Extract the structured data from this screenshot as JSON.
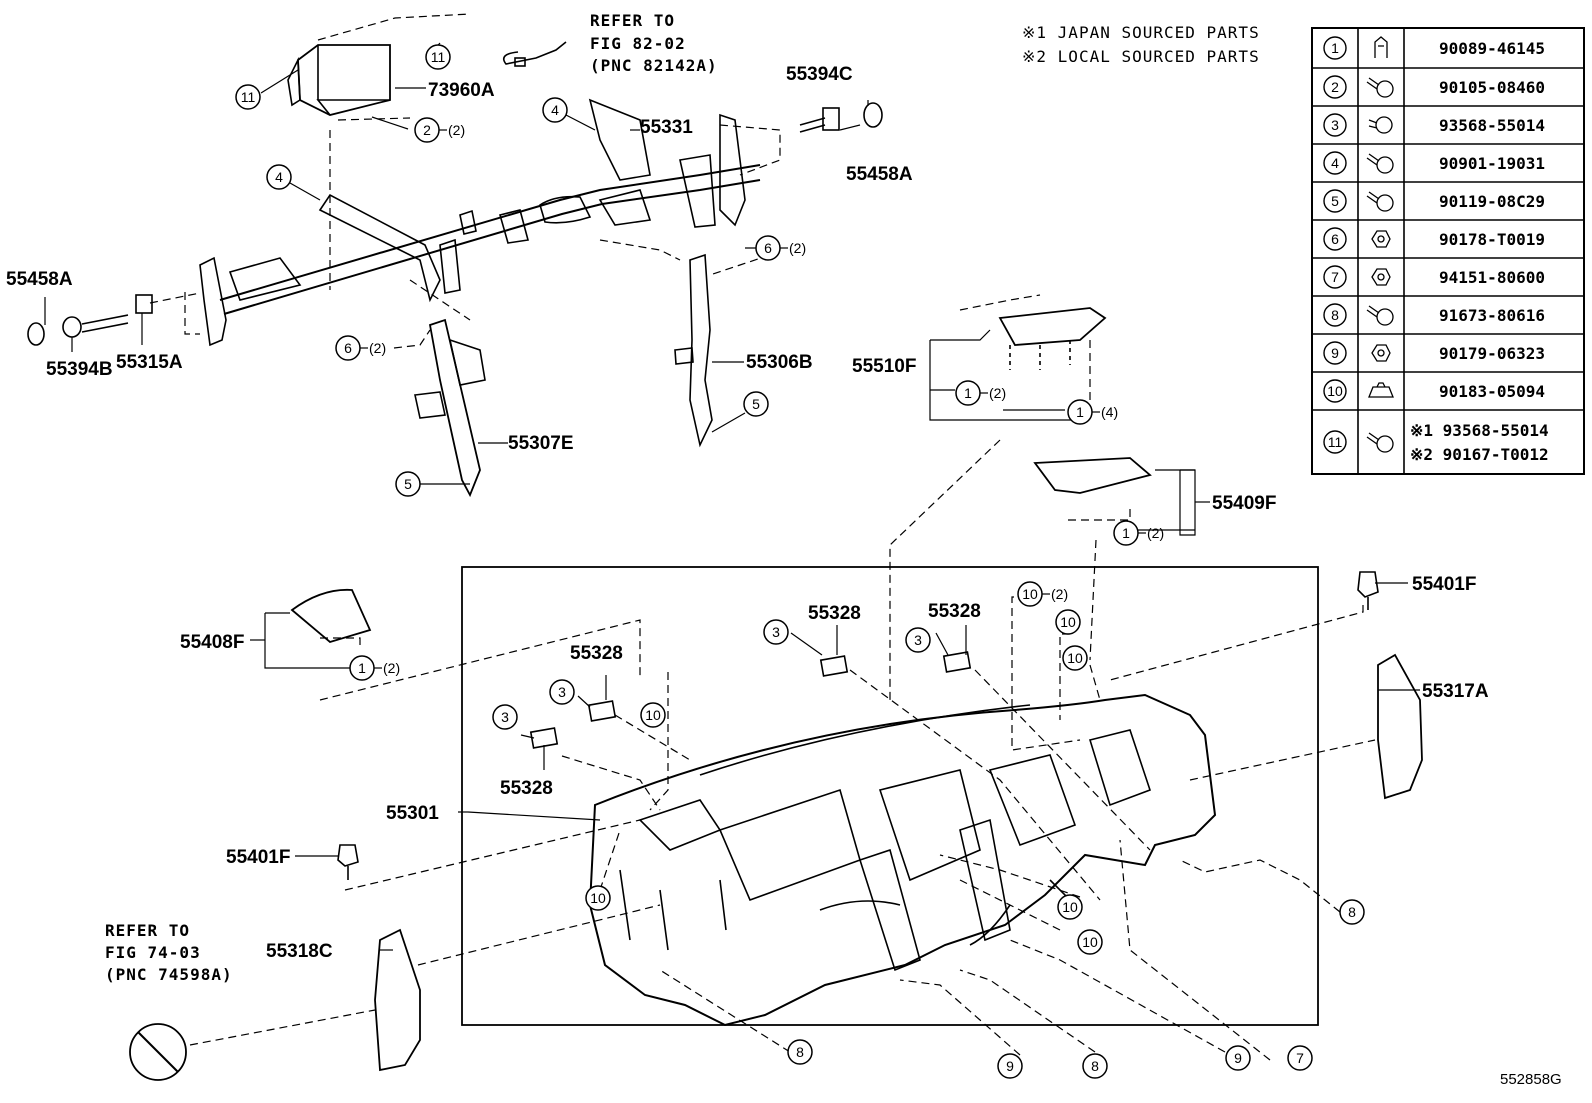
{
  "notes": {
    "japan": "※1 JAPAN SOURCED PARTS",
    "local": "※2 LOCAL SOURCED PARTS"
  },
  "refs": {
    "ref_top": [
      "REFER TO",
      "FIG 82-02",
      "(PNC 82142A)"
    ],
    "ref_bottom": [
      "REFER TO",
      "FIG 74-03",
      "(PNC 74598A)"
    ]
  },
  "diagram_id": "552858G",
  "fastener_table": [
    {
      "num": "1",
      "code": "90089-46145",
      "icon": "clip-icon"
    },
    {
      "num": "2",
      "code": "90105-08460",
      "icon": "bolt-icon"
    },
    {
      "num": "3",
      "code": "93568-55014",
      "icon": "screw-icon"
    },
    {
      "num": "4",
      "code": "90901-19031",
      "icon": "bolt-icon"
    },
    {
      "num": "5",
      "code": "90119-08C29",
      "icon": "bolt-icon"
    },
    {
      "num": "6",
      "code": "90178-T0019",
      "icon": "nut-icon"
    },
    {
      "num": "7",
      "code": "94151-80600",
      "icon": "nut-icon"
    },
    {
      "num": "8",
      "code": "91673-80616",
      "icon": "bolt-icon"
    },
    {
      "num": "9",
      "code": "90179-06323",
      "icon": "nut-icon"
    },
    {
      "num": "10",
      "code": "90183-05094",
      "icon": "clip-nut-icon"
    },
    {
      "num": "11",
      "code1": "※1 93568-55014",
      "code2": "※2 90167-T0012",
      "icon": "bolt-icon"
    }
  ],
  "parts": {
    "p73960A": "73960A",
    "p55331": "55331",
    "p55394C": "55394C",
    "p55458A_r": "55458A",
    "p55458A_l": "55458A",
    "p55394B": "55394B",
    "p55315A": "55315A",
    "p55306B": "55306B",
    "p55307E": "55307E",
    "p55510F": "55510F",
    "p55409F": "55409F",
    "p55408F": "55408F",
    "p55401F_r": "55401F",
    "p55401F_l": "55401F",
    "p55317A": "55317A",
    "p55301": "55301",
    "p55318C": "55318C",
    "p55328_a": "55328",
    "p55328_b": "55328",
    "p55328_c": "55328",
    "p55328_d": "55328"
  },
  "callouts": {
    "c11a": "11",
    "c11b": "11",
    "c2": "2",
    "c2q": "(2)",
    "c4a": "4",
    "c4b": "4",
    "c6a": "6",
    "c6aq": "(2)",
    "c6b": "6",
    "c6bq": "(2)",
    "c5a": "5",
    "c5b": "5",
    "c1a": "1",
    "c1aq": "(2)",
    "c1b": "1",
    "c1bq": "(4)",
    "c1c": "1",
    "c1cq": "(2)",
    "c1d": "1",
    "c1dq": "(2)",
    "c3a": "3",
    "c3b": "3",
    "c3c": "3",
    "c3d": "3",
    "c10a": "10",
    "c10aq": "(2)",
    "c10b": "10",
    "c10c": "10",
    "c10d": "10",
    "c10e": "10",
    "c10f": "10",
    "c10g": "10",
    "c8a": "8",
    "c8b": "8",
    "c8c": "8",
    "c9a": "9",
    "c9b": "9",
    "c7": "7"
  }
}
